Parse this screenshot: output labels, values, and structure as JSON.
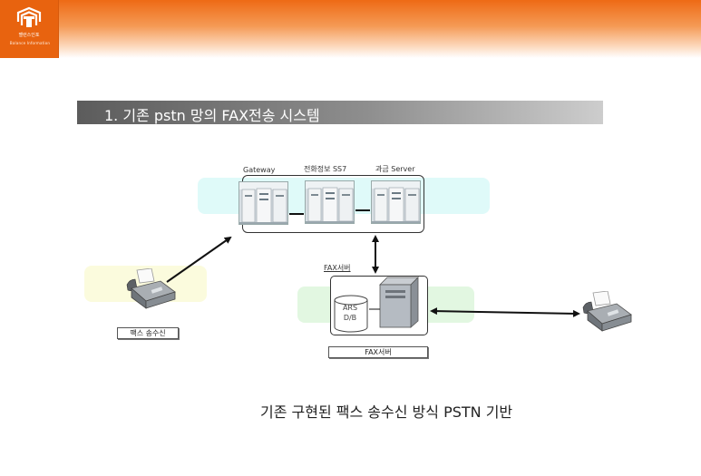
{
  "header": {
    "logo_caption": "Balance Information",
    "accent_color": "#ee6a15"
  },
  "title": "1. 기존 pstn 망의 FAX전송 시스템",
  "diagram": {
    "nodes": {
      "gateway": "Gateway",
      "ss7": "전화정보 SS7",
      "billing": "과금 Server",
      "fax_server_top": "FAX서버",
      "db": "ARS\nD/B",
      "fax_server_caption": "FAX서버",
      "fax_sender_caption": "팩스 송수신"
    },
    "band_colors": {
      "server_band": "#dffaf9",
      "sender_band": "#fbfbdd",
      "fax_band": "#e2f7e1"
    }
  },
  "bottom_caption": "기존 구현된 팩스 송수신 방식  PSTN 기반"
}
